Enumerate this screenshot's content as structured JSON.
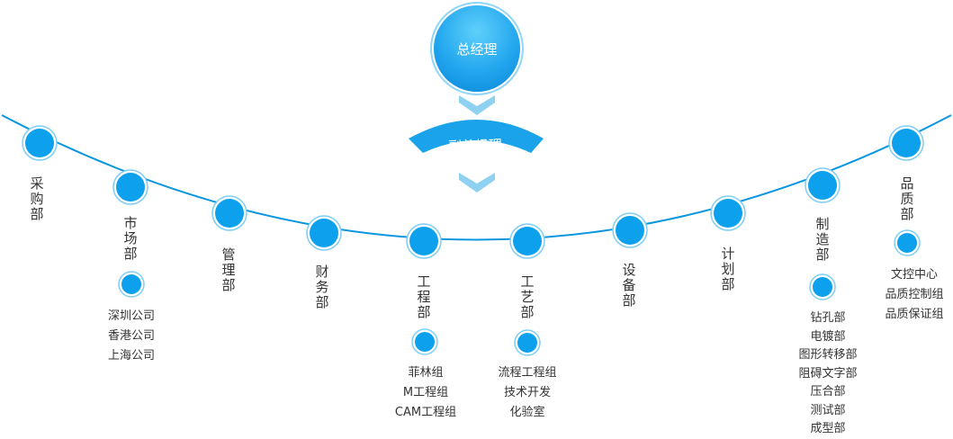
{
  "top": {
    "ceo_label": "总经理",
    "vp_label": "副总经理"
  },
  "colors": {
    "line": "#0a96e0",
    "node_fill": "#0da0ec",
    "node_ring": "#7fcef5",
    "chevron": "#8fd1f0",
    "vp_band": "#1aa2ea"
  },
  "departments": [
    {
      "name": "采购部",
      "subs": []
    },
    {
      "name": "市场部",
      "subs": [
        "深圳公司",
        "香港公司",
        "上海公司"
      ]
    },
    {
      "name": "管理部",
      "subs": []
    },
    {
      "name": "财务部",
      "subs": []
    },
    {
      "name": "工程部",
      "subs": [
        "菲林组",
        "M工程组",
        "CAM工程组"
      ]
    },
    {
      "name": "工艺部",
      "subs": [
        "流程工程组",
        "技术开发",
        "化验室"
      ]
    },
    {
      "name": "设备部",
      "subs": []
    },
    {
      "name": "计划部",
      "subs": []
    },
    {
      "name": "制造部",
      "subs": [
        "钻孔部",
        "电镀部",
        "图形转移部",
        "阻碍文字部",
        "压合部",
        "测试部",
        "成型部"
      ]
    },
    {
      "name": "品质部",
      "subs": [
        "文控中心",
        "品质控制组",
        "品质保证组"
      ]
    }
  ]
}
